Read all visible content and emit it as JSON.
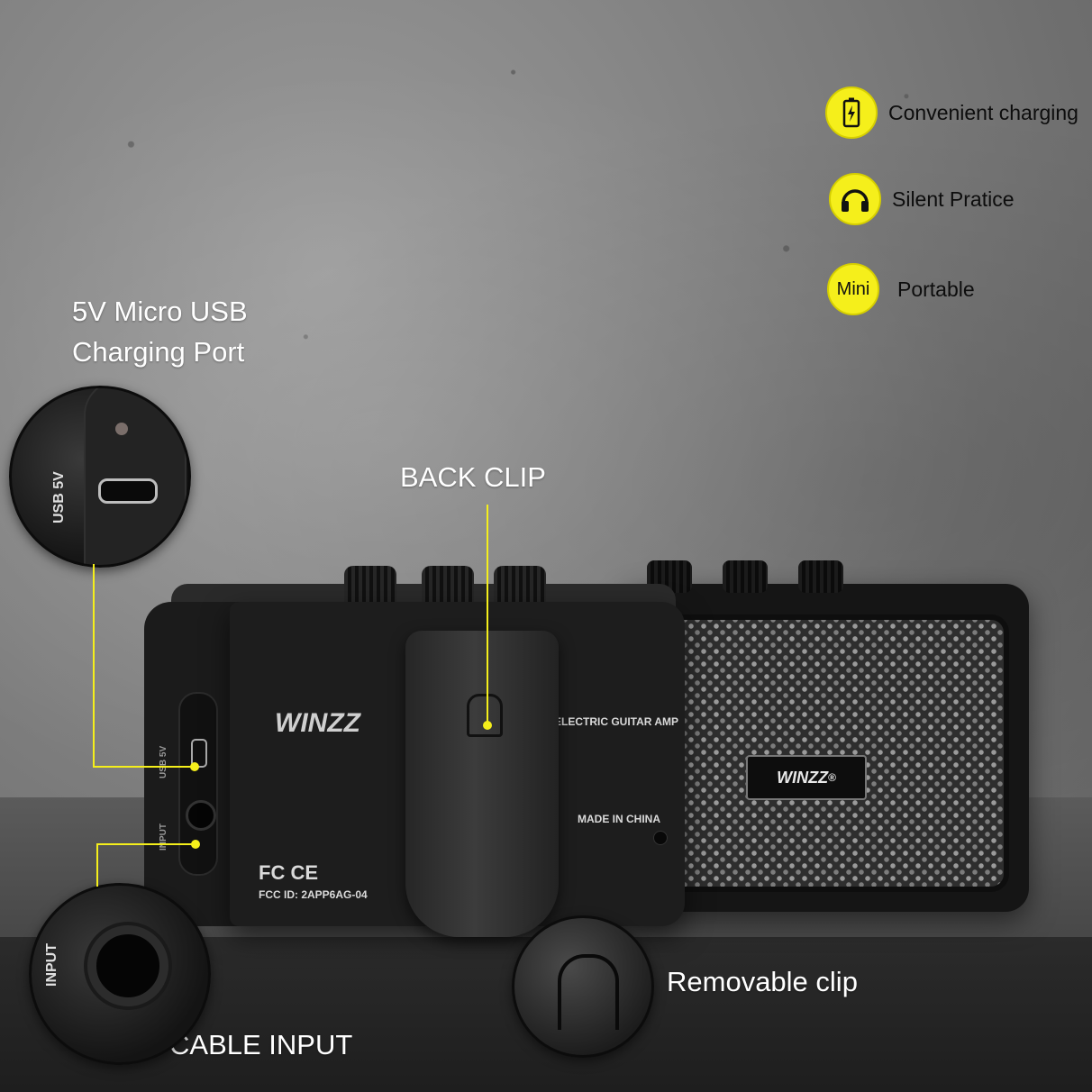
{
  "features": [
    {
      "icon": "battery-charging-icon",
      "label": "Convenient charging"
    },
    {
      "icon": "headphones-icon",
      "label": "Silent Pratice"
    },
    {
      "icon_text": "Mini",
      "label": "Portable"
    }
  ],
  "callouts": {
    "usb_line1": "5V Micro USB",
    "usb_line2": "Charging Port",
    "back_clip": "BACK CLIP",
    "removable_clip": "Removable clip",
    "cable_input": "CABLE INPUT"
  },
  "zoom_labels": {
    "usb": "USB 5V",
    "input": "INPUT"
  },
  "product_text": {
    "brand": "WINZZ",
    "brand_registered": "®",
    "model_label": "ELECTRIC GUITAR AMP",
    "origin": "MADE IN CHINA",
    "fcc_id": "FCC ID: 2APP6AG-04",
    "cert_marks": "FC CE",
    "side_usb": "USB 5V",
    "side_input": "INPUT"
  },
  "colors": {
    "accent_yellow": "#f5ef1b",
    "callout_text": "#ffffff",
    "amp_body": "#1d1d1d"
  }
}
